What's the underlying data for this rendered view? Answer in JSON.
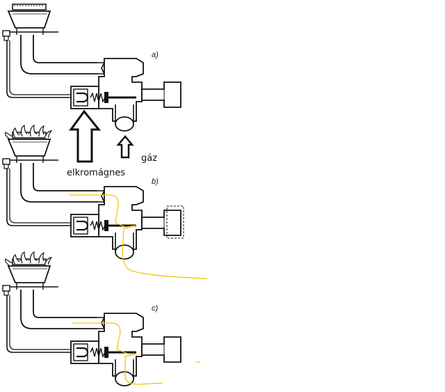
{
  "diagram": {
    "panels": [
      {
        "id": "a",
        "label": "a)",
        "flame": false,
        "gas_path": false
      },
      {
        "id": "b",
        "label": "b)",
        "flame": true,
        "gas_path": true
      },
      {
        "id": "c",
        "label": "c)",
        "flame": true,
        "gas_path": true
      }
    ],
    "annotations": {
      "electromagnet": "elkromágnes",
      "gas": "gáz"
    },
    "colors": {
      "line": "#111111",
      "gas_path": "#f2c200",
      "background": "#ffffff"
    }
  }
}
